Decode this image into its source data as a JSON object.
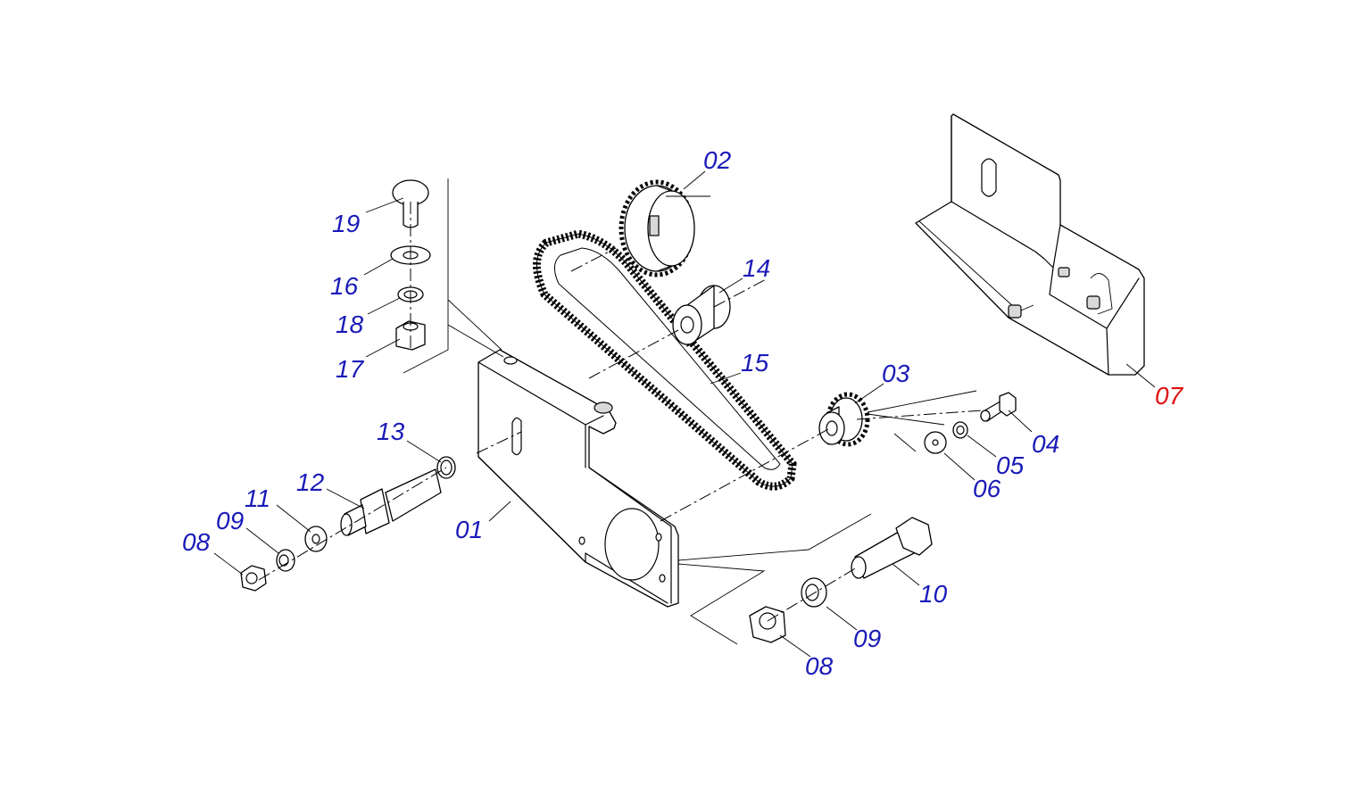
{
  "colors": {
    "label": "#1a1ab8",
    "highlight": "#e01010",
    "line": "#000000"
  },
  "callouts": [
    {
      "id": "c01",
      "text": "01"
    },
    {
      "id": "c02",
      "text": "02"
    },
    {
      "id": "c03",
      "text": "03"
    },
    {
      "id": "c04",
      "text": "04"
    },
    {
      "id": "c05",
      "text": "05"
    },
    {
      "id": "c06",
      "text": "06"
    },
    {
      "id": "c07",
      "text": "07",
      "highlight": true
    },
    {
      "id": "c08a",
      "text": "08"
    },
    {
      "id": "c08b",
      "text": "08"
    },
    {
      "id": "c09a",
      "text": "09"
    },
    {
      "id": "c09b",
      "text": "09"
    },
    {
      "id": "c10",
      "text": "10"
    },
    {
      "id": "c11",
      "text": "11"
    },
    {
      "id": "c12",
      "text": "12"
    },
    {
      "id": "c13",
      "text": "13"
    },
    {
      "id": "c14",
      "text": "14"
    },
    {
      "id": "c15",
      "text": "15"
    },
    {
      "id": "c16",
      "text": "16"
    },
    {
      "id": "c17",
      "text": "17"
    },
    {
      "id": "c18",
      "text": "18"
    },
    {
      "id": "c19",
      "text": "19"
    }
  ]
}
